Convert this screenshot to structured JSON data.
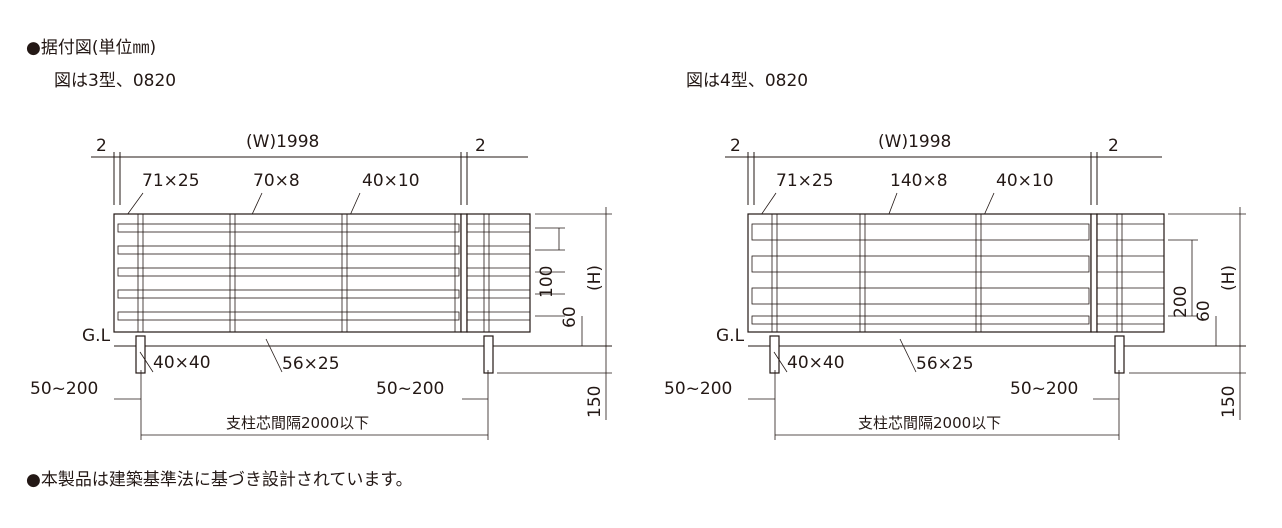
{
  "header": {
    "title": "●据付図(単位㎜)"
  },
  "footer": {
    "note": "●本製品は建築基準法に基づき設計されています。"
  },
  "ground_label": "G.L",
  "diagrams": [
    {
      "caption": "図は3型、0820",
      "gap_left": "2",
      "gap_right": "2",
      "width": "(W)1998",
      "post": "71×25",
      "slat": "70×8",
      "rail": "40×10",
      "pitch": "100",
      "bottom_gap": "60",
      "height": "(H)",
      "foot": "40×40",
      "base": "56×25",
      "overhang_left": "50~200",
      "overhang_right": "50~200",
      "post_spacing": "支柱芯間隔2000以下",
      "embed": "150"
    },
    {
      "caption": "図は4型、0820",
      "gap_left": "2",
      "gap_right": "2",
      "width": "(W)1998",
      "post": "71×25",
      "slat": "140×8",
      "rail": "40×10",
      "pitch": "200",
      "bottom_gap": "60",
      "height": "(H)",
      "foot": "40×40",
      "base": "56×25",
      "overhang_left": "50~200",
      "overhang_right": "50~200",
      "post_spacing": "支柱芯間隔2000以下",
      "embed": "150"
    }
  ]
}
